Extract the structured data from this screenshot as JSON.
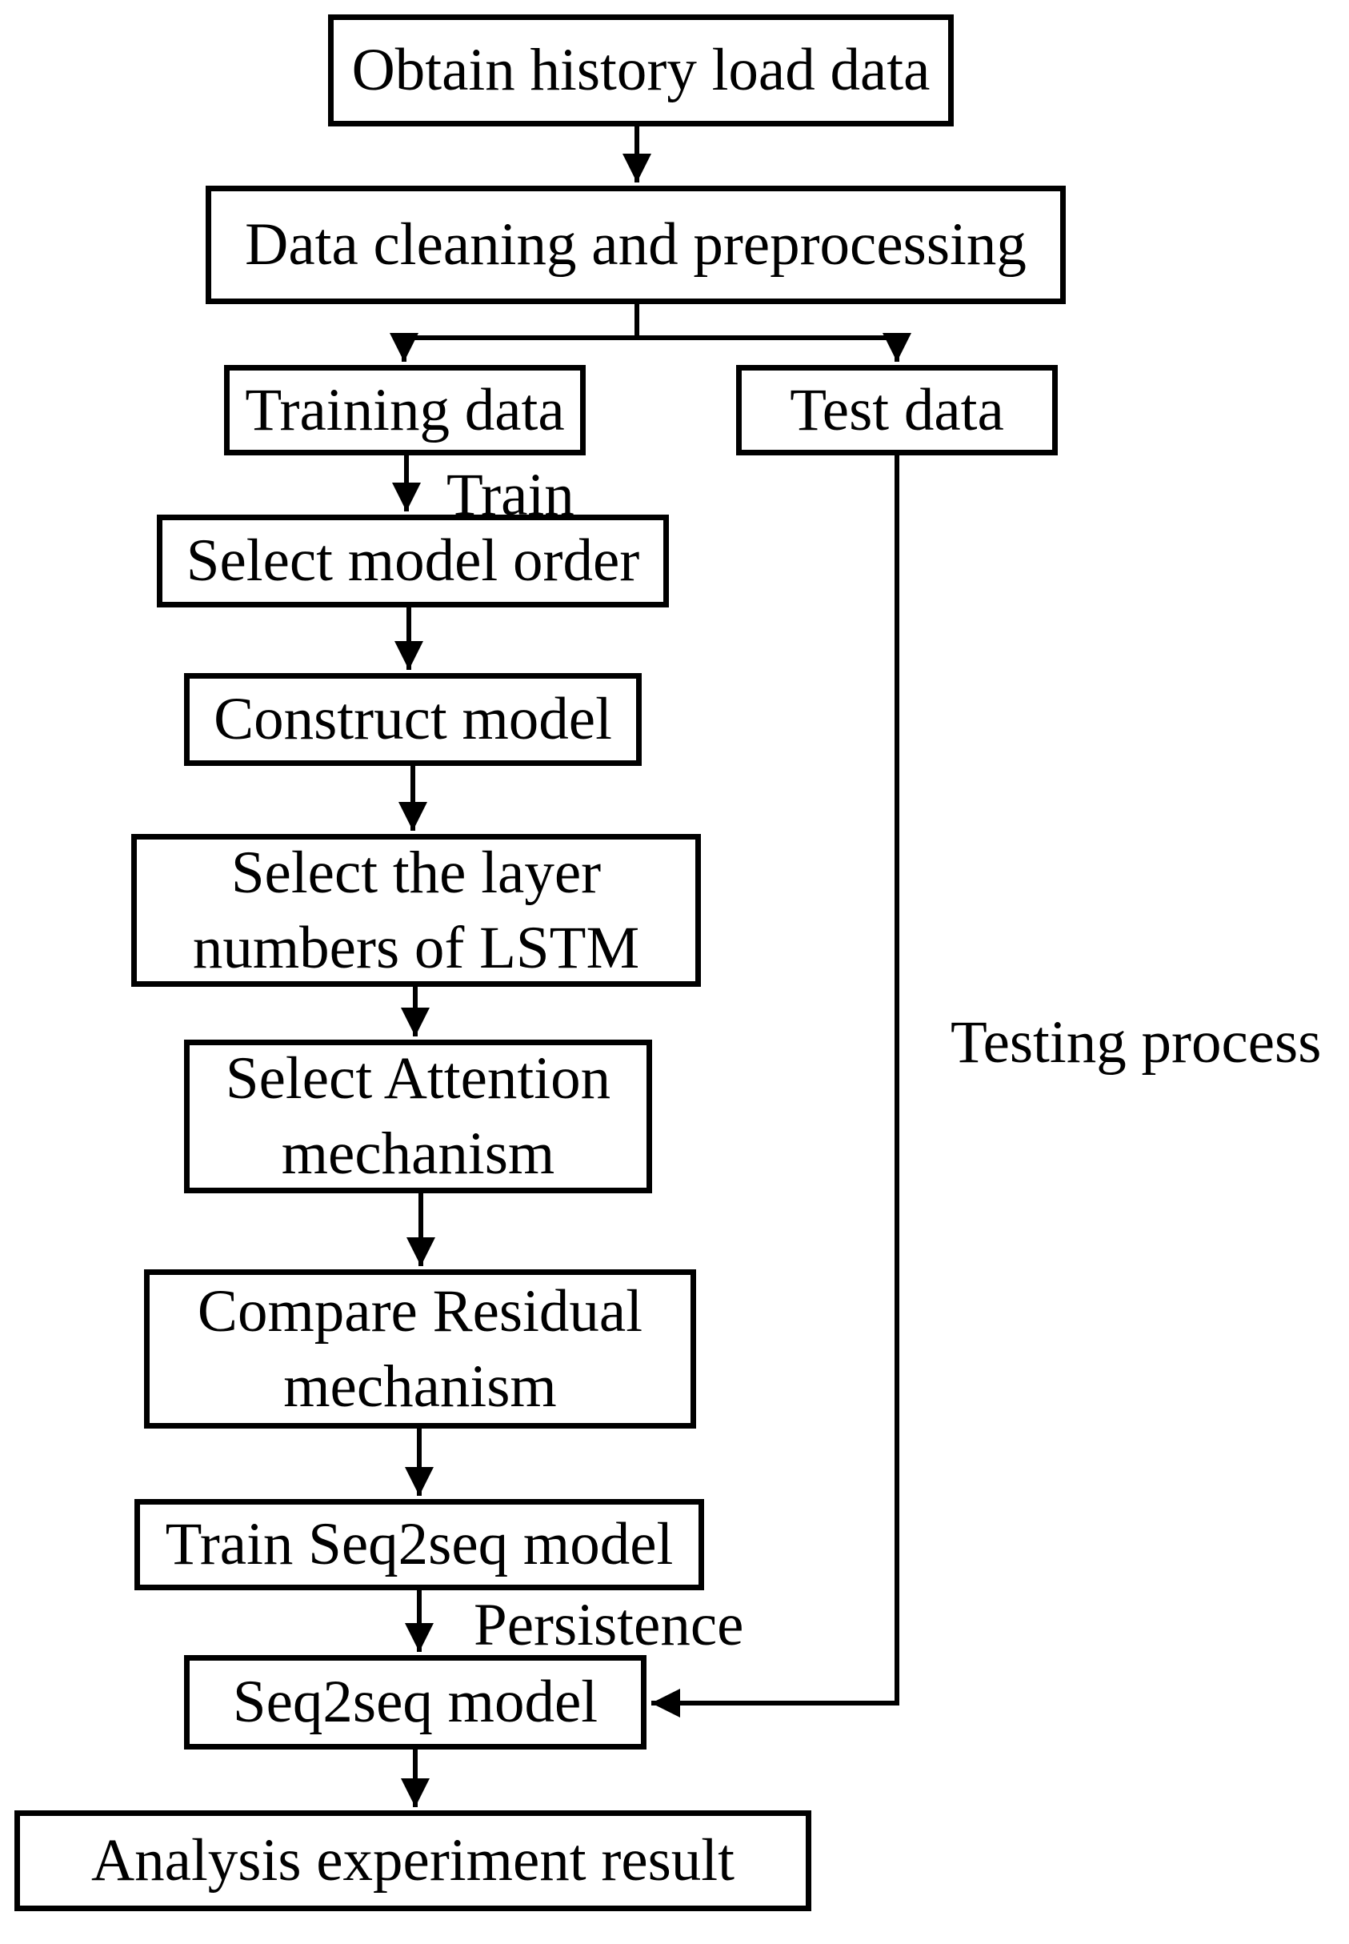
{
  "figure": {
    "type": "flowchart",
    "background_color": "#ffffff",
    "stroke_color": "#000000",
    "nodes": {
      "obtain": {
        "label": "Obtain history load data"
      },
      "cleaning": {
        "label": "Data cleaning and preprocessing"
      },
      "training": {
        "label": "Training data"
      },
      "test": {
        "label": "Test data"
      },
      "order": {
        "label": "Select model order"
      },
      "construct": {
        "label": "Construct model"
      },
      "lstm": {
        "label": "Select the layer numbers of LSTM",
        "lines": [
          "Select the layer",
          "numbers of LSTM"
        ]
      },
      "attention": {
        "label": "Select Attention mechanism",
        "lines": [
          "Select Attention",
          "mechanism"
        ]
      },
      "residual": {
        "label": "Compare Residual mechanism",
        "lines": [
          "Compare Residual",
          "mechanism"
        ]
      },
      "trainseq": {
        "label": "Train Seq2seq model"
      },
      "seqmodel": {
        "label": "Seq2seq model"
      },
      "analysis": {
        "label": "Analysis experiment result"
      }
    },
    "edge_labels": {
      "train": "Train",
      "persistence": "Persistence",
      "testing_process": "Testing process"
    },
    "edges": [
      {
        "from": "obtain",
        "to": "cleaning"
      },
      {
        "from": "cleaning",
        "to": "training"
      },
      {
        "from": "cleaning",
        "to": "test"
      },
      {
        "from": "training",
        "to": "order",
        "label": "Train"
      },
      {
        "from": "order",
        "to": "construct"
      },
      {
        "from": "construct",
        "to": "lstm"
      },
      {
        "from": "lstm",
        "to": "attention"
      },
      {
        "from": "attention",
        "to": "residual"
      },
      {
        "from": "residual",
        "to": "trainseq"
      },
      {
        "from": "trainseq",
        "to": "seqmodel",
        "label": "Persistence"
      },
      {
        "from": "seqmodel",
        "to": "analysis"
      },
      {
        "from": "test",
        "to": "seqmodel",
        "label": "Testing process"
      }
    ]
  }
}
